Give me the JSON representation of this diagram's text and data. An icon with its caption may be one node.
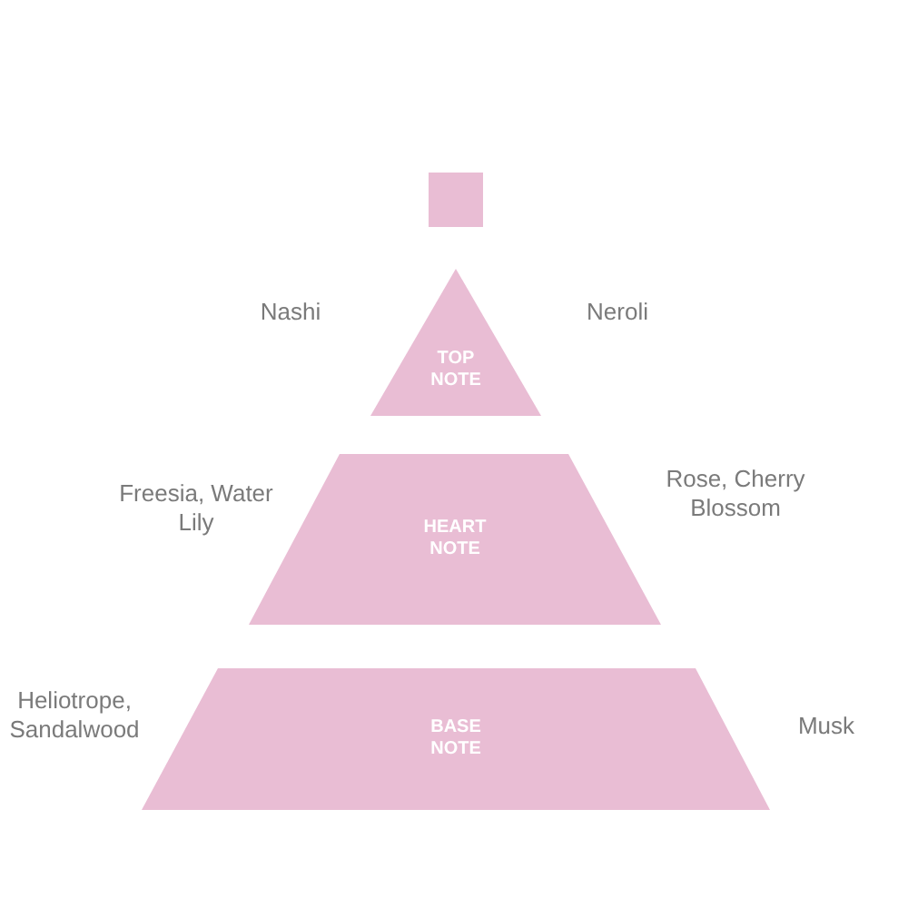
{
  "diagram": {
    "nodes": [
      {
        "text": [],
        "shape": "box"
      },
      {
        "text": [
          "TOP NOTE"
        ],
        "beside": [
          "Nashi",
          "Neroli"
        ]
      },
      {
        "text": [
          "HEART NOTE"
        ],
        "beside": [
          "Freesia, Water Lily",
          "Rose, Cherry Blossom"
        ]
      },
      {
        "text": [
          "BASE NOTE"
        ],
        "beside": [
          "Heliotrope, Sandalwood",
          "Musk"
        ]
      }
    ]
  }
}
